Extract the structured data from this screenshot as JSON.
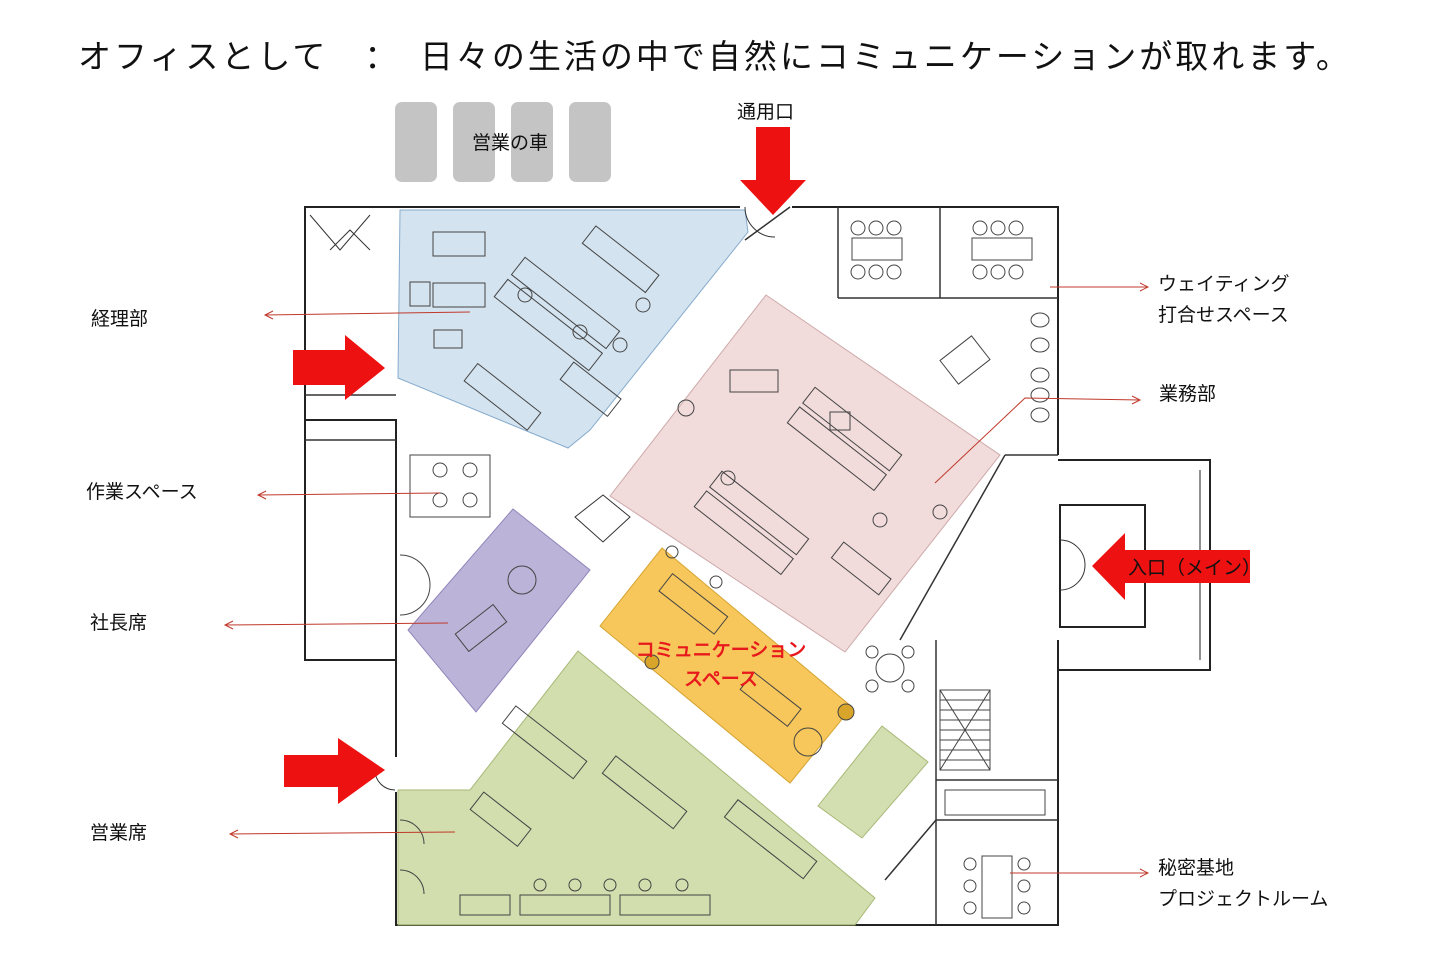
{
  "title": "オフィスとして　：　日々の生活の中で自然にコミュニケーションが取れます。",
  "cars_label": "営業の車",
  "service_entrance": "通用口",
  "main_entrance": "入口（メイン）",
  "communication_space": "コミュニケーション\nスペース",
  "left_labels": {
    "accounting": "経理部",
    "workspace": "作業スペース",
    "president": "社長席",
    "sales": "営業席"
  },
  "right_labels": {
    "waiting_line1": "ウェイティング",
    "waiting_line2": "打合せスペース",
    "operations": "業務部",
    "secret_line1": "秘密基地",
    "secret_line2": "プロジェクトルーム"
  },
  "colors": {
    "accounting_zone": "#cfe0ee",
    "operations_zone": "#f0d8d8",
    "president_zone": "#b9b0d6",
    "communication_zone": "#f7c24a",
    "sales_zone": "#cfdca8",
    "arrow": "#ee1111",
    "leader": "#c0392b"
  }
}
